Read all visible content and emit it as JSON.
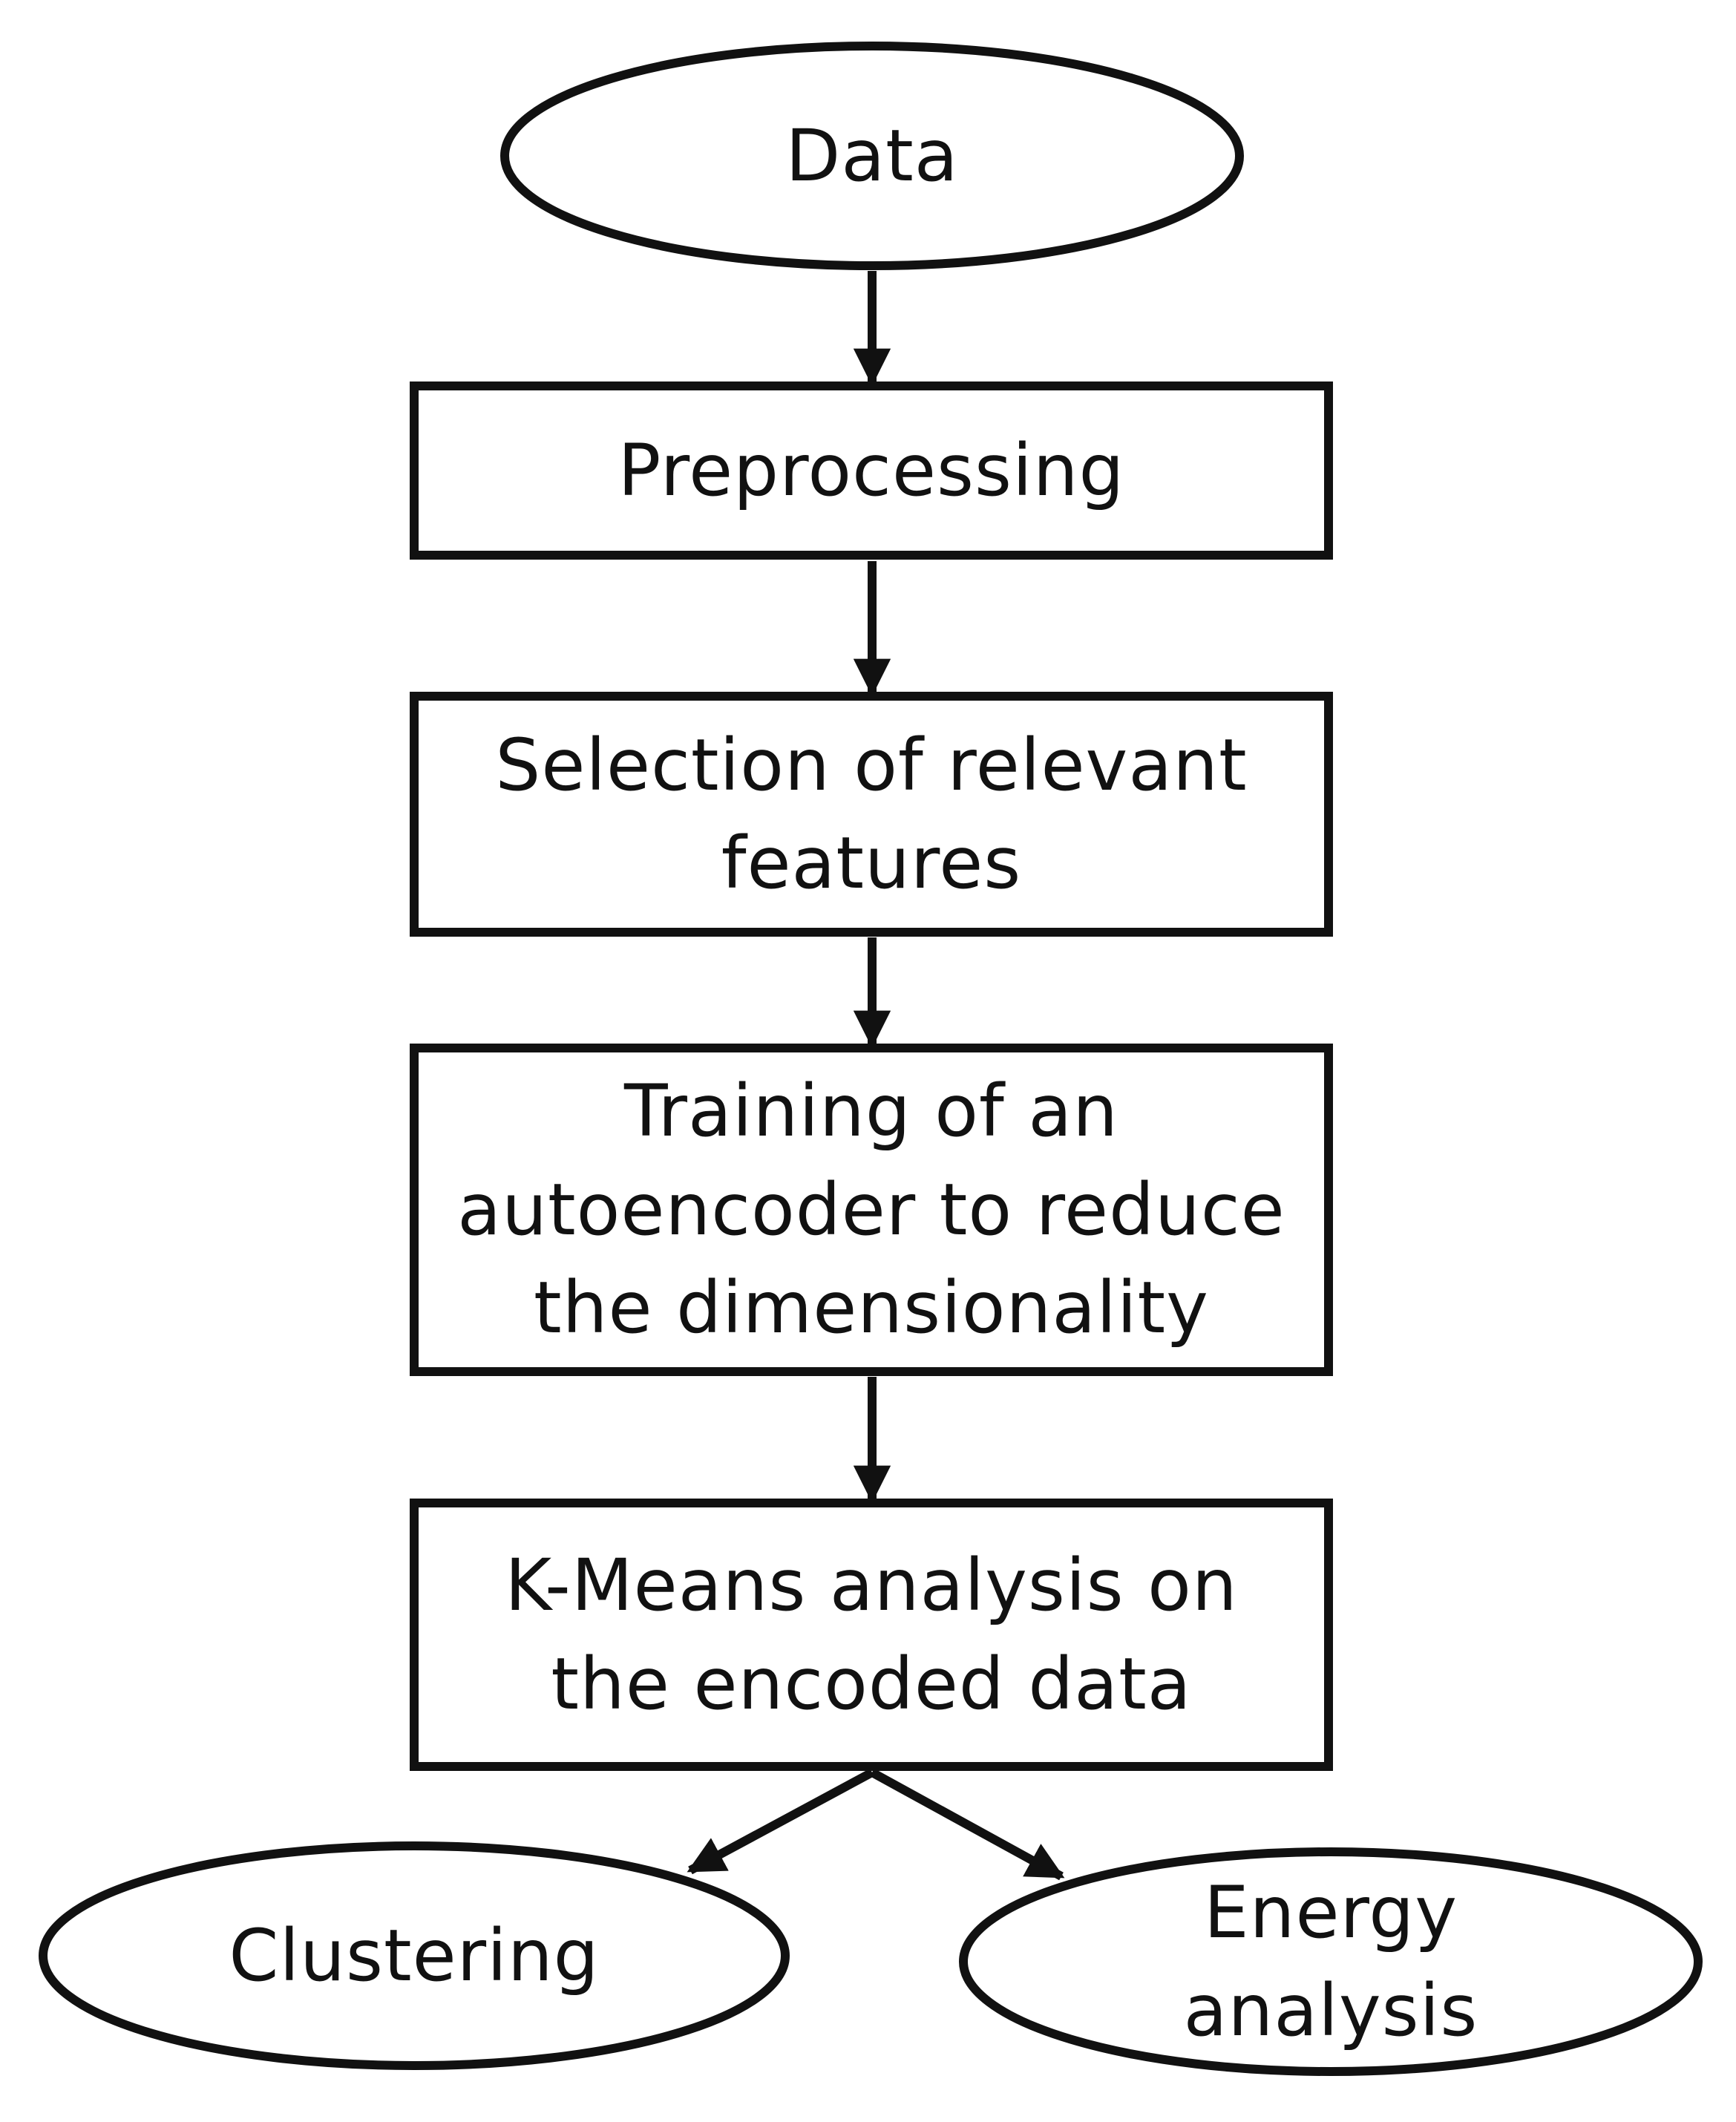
{
  "diagram": {
    "nodes": [
      {
        "id": "data",
        "shape": "ellipse",
        "label_lines": [
          "Data"
        ]
      },
      {
        "id": "preprocessing",
        "shape": "rectangle",
        "label_lines": [
          "Preprocessing"
        ]
      },
      {
        "id": "selection",
        "shape": "rectangle",
        "label_lines": [
          "Selection of relevant",
          "features"
        ]
      },
      {
        "id": "training",
        "shape": "rectangle",
        "label_lines": [
          "Training of an",
          "autoencoder to reduce",
          "the dimensionality"
        ]
      },
      {
        "id": "kmeans",
        "shape": "rectangle",
        "label_lines": [
          "K-Means analysis on",
          "the encoded data"
        ]
      },
      {
        "id": "clustering",
        "shape": "ellipse",
        "label_lines": [
          "Clustering"
        ]
      },
      {
        "id": "energy",
        "shape": "ellipse",
        "label_lines": [
          "Energy",
          "analysis"
        ]
      }
    ],
    "edges": [
      {
        "from": "data",
        "to": "preprocessing"
      },
      {
        "from": "preprocessing",
        "to": "selection"
      },
      {
        "from": "selection",
        "to": "training"
      },
      {
        "from": "training",
        "to": "kmeans"
      },
      {
        "from": "kmeans",
        "to": "clustering"
      },
      {
        "from": "kmeans",
        "to": "energy"
      }
    ],
    "colors": {
      "stroke": "#111111",
      "fill": "#ffffff",
      "text": "#111111"
    }
  }
}
